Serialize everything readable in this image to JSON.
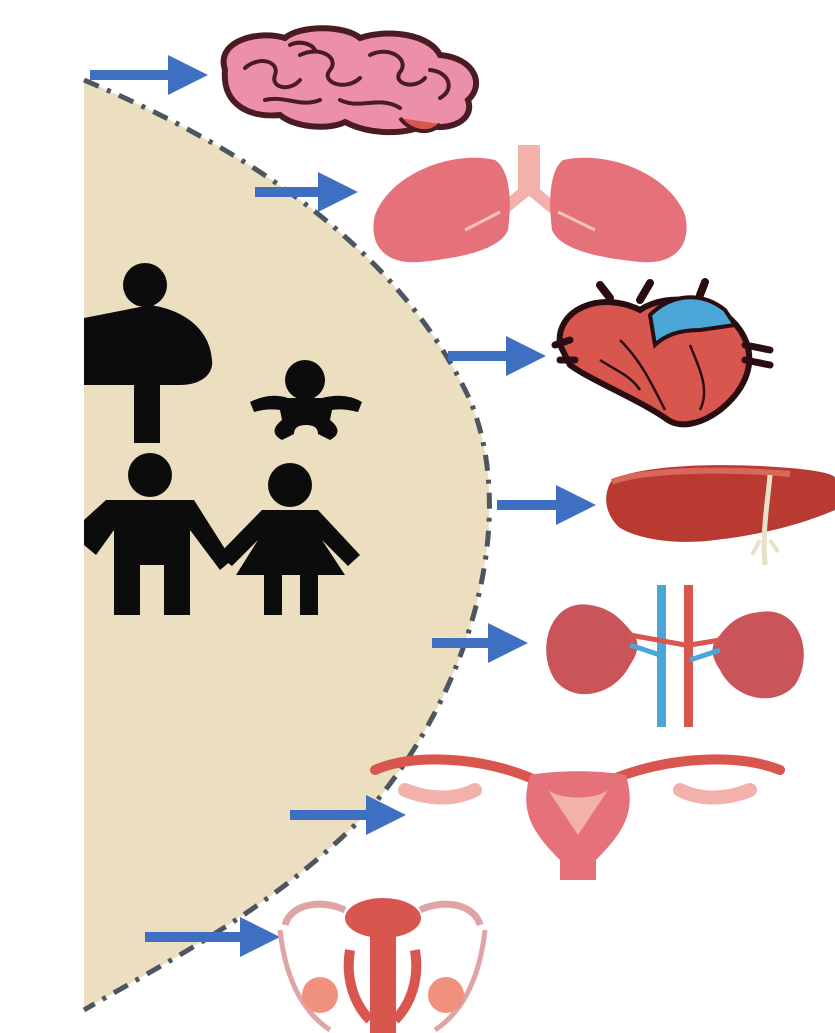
{
  "figure": {
    "groups": [
      {
        "name": "pregnant-woman",
        "icon": "pregnant-woman-icon"
      },
      {
        "name": "baby",
        "icon": "baby-icon"
      },
      {
        "name": "man",
        "icon": "man-icon"
      },
      {
        "name": "woman",
        "icon": "woman-icon"
      }
    ],
    "organs": [
      {
        "name": "brain",
        "icon": "brain-icon"
      },
      {
        "name": "lungs",
        "icon": "lungs-icon"
      },
      {
        "name": "heart",
        "icon": "heart-icon"
      },
      {
        "name": "liver",
        "icon": "liver-icon"
      },
      {
        "name": "kidneys",
        "icon": "kidneys-icon"
      },
      {
        "name": "female-reproductive-system",
        "icon": "uterus-icon"
      },
      {
        "name": "male-reproductive-system",
        "icon": "male-reproductive-icon"
      }
    ],
    "colors": {
      "background": "#ffffff",
      "population_region": "#efe3c4",
      "region_border": "#4c5560",
      "arrow": "#3f6fc0",
      "silhouette": "#0c0c0c",
      "organ_pink": "#ec8fa8",
      "organ_red": "#d9564f",
      "organ_dark_red": "#b83a30",
      "vessel_blue": "#4aa6d6"
    }
  }
}
